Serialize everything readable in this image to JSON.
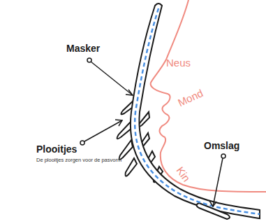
{
  "diagram": {
    "labels": [
      "Masker",
      "Plooitjes",
      "De plooitjes zorgen voor de pasvorm",
      "Neus",
      "Mond",
      "Kin",
      "Omslag"
    ]
  }
}
